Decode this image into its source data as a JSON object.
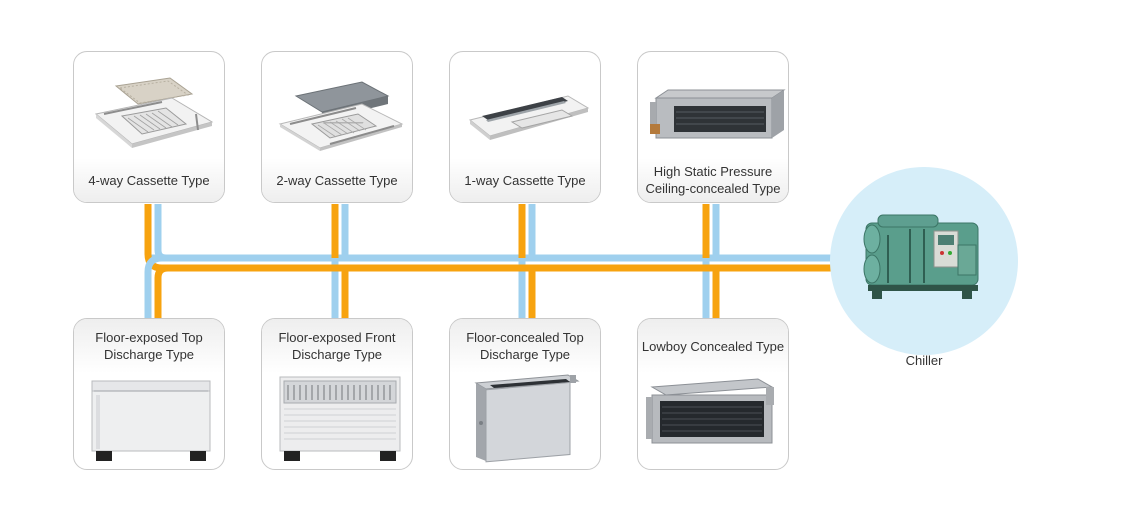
{
  "colors": {
    "orange_pipe": "#F7A30F",
    "blue_pipe": "#9FD0EE",
    "chiller_circle": "#D6EEF9",
    "card_border": "#C9C9C9",
    "label_text": "#333333"
  },
  "top_units": [
    {
      "label": "4-way Cassette Type",
      "icon": "4-way-cassette-unit-image"
    },
    {
      "label": "2-way Cassette Type",
      "icon": "2-way-cassette-unit-image"
    },
    {
      "label": "1-way Cassette Type",
      "icon": "1-way-cassette-unit-image"
    },
    {
      "label": "High Static Pressure\nCeiling-concealed Type",
      "icon": "ceiling-concealed-duct-unit-image"
    }
  ],
  "bottom_units": [
    {
      "label": "Floor-exposed Top\nDischarge Type",
      "icon": "floor-exposed-top-discharge-unit-image"
    },
    {
      "label": "Floor-exposed Front\nDischarge Type",
      "icon": "floor-exposed-front-discharge-unit-image"
    },
    {
      "label": "Floor-concealed Top\nDischarge Type",
      "icon": "floor-concealed-top-discharge-unit-image"
    },
    {
      "label": "Lowboy Concealed Type",
      "icon": "lowboy-concealed-unit-image"
    }
  ],
  "chiller": {
    "label": "Chiller",
    "icon": "absorption-chiller-image"
  }
}
